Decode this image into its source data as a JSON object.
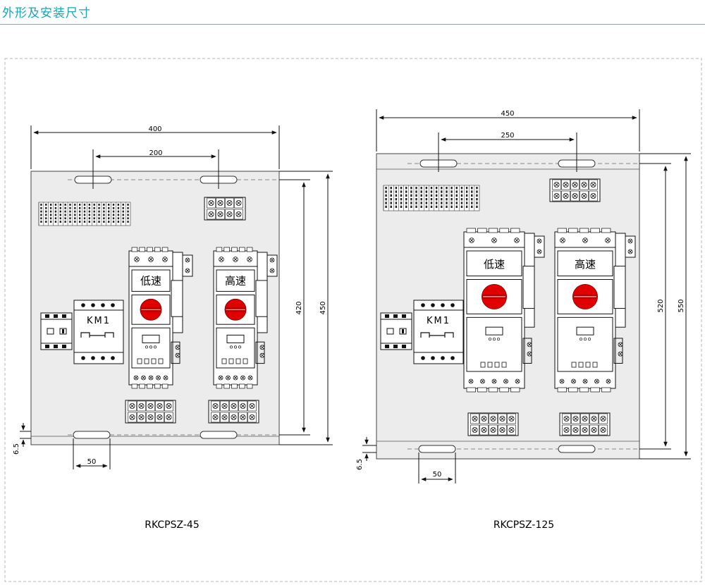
{
  "header": {
    "title": "外形及安装尺寸"
  },
  "models": [
    {
      "name": "RKCPSZ-45",
      "dims": {
        "width": "400",
        "hole_spacing": "200",
        "height_inner": "420",
        "height_outer": "450",
        "slot_len": "50",
        "edge": "6.5"
      },
      "contactor_label": "KM1",
      "starters": [
        {
          "label": "低速"
        },
        {
          "label": "高速"
        }
      ]
    },
    {
      "name": "RKCPSZ-125",
      "dims": {
        "width": "450",
        "hole_spacing": "250",
        "height_inner": "520",
        "height_outer": "550",
        "slot_len": "50",
        "edge": "6.5"
      },
      "contactor_label": "KM1",
      "starters": [
        {
          "label": "低速"
        },
        {
          "label": "高速"
        }
      ]
    }
  ],
  "colors": {
    "title": "#1aa6b4",
    "knob": "#e00000",
    "panel": "#ececec",
    "line": "#222222"
  }
}
